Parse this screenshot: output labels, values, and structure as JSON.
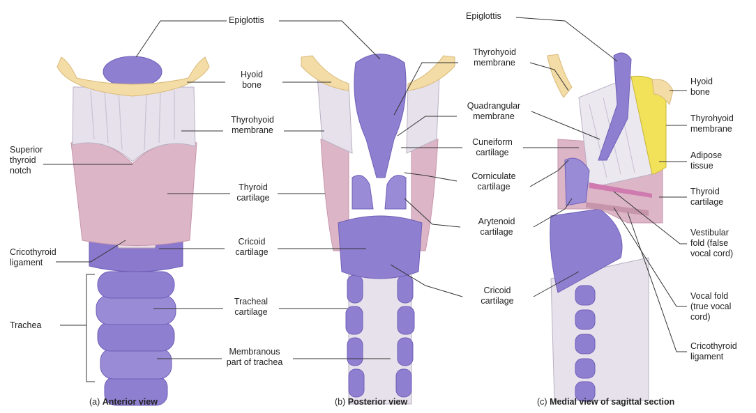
{
  "colors": {
    "cartilage_purple": "#8f7fd0",
    "cartilage_purple_dark": "#6f5fb8",
    "thyroid_pink": "#dcb6c6",
    "thyroid_pink_dark": "#c795ab",
    "bone": "#f3dca6",
    "membrane": "#e6e1ea",
    "adipose": "#f1e25a",
    "leader_line": "#333333"
  },
  "labels": {
    "epiglottis_a": "Epiglottis",
    "hyoid_a": "Hyoid\nbone",
    "thyrohyoid_a": "Thyrohyoid\nmembrane",
    "superior_notch": "Superior\nthyroid\nnotch",
    "thyroid_cart_a": "Thyroid\ncartilage",
    "cricothyroid_lig_a": "Cricothyroid\nligament",
    "cricoid_a": "Cricoid\ncartilage",
    "tracheal_cart": "Tracheal\ncartilage",
    "trachea": "Trachea",
    "membranous": "Membranous\npart of trachea",
    "thyrohyoid_b": "Thyrohyoid\nmembrane",
    "quadrangular": "Quadrangular\nmembrane",
    "cuneiform": "Cuneiform\ncartilage",
    "corniculate": "Corniculate\ncartilage",
    "arytenoid": "Arytenoid\ncartilage",
    "cricoid_b": "Cricoid\ncartilage",
    "epiglottis_c": "Epiglottis",
    "hyoid_c": "Hyoid\nbone",
    "thyrohyoid_c": "Thyrohyoid\nmembrane",
    "adipose": "Adipose\ntissue",
    "thyroid_cart_c": "Thyroid\ncartilage",
    "vestibular": "Vestibular\nfold (false\nvocal cord)",
    "vocal_fold": "Vocal fold\n(true vocal\ncord)",
    "cricothyroid_lig_c": "Cricothyroid\nligament"
  },
  "captions": {
    "a_prefix": "(a) ",
    "a_bold": "Anterior view",
    "b_prefix": "(b) ",
    "b_bold": "Posterior view",
    "c_prefix": "(c) ",
    "c_bold": "Medial view of sagittal section"
  }
}
